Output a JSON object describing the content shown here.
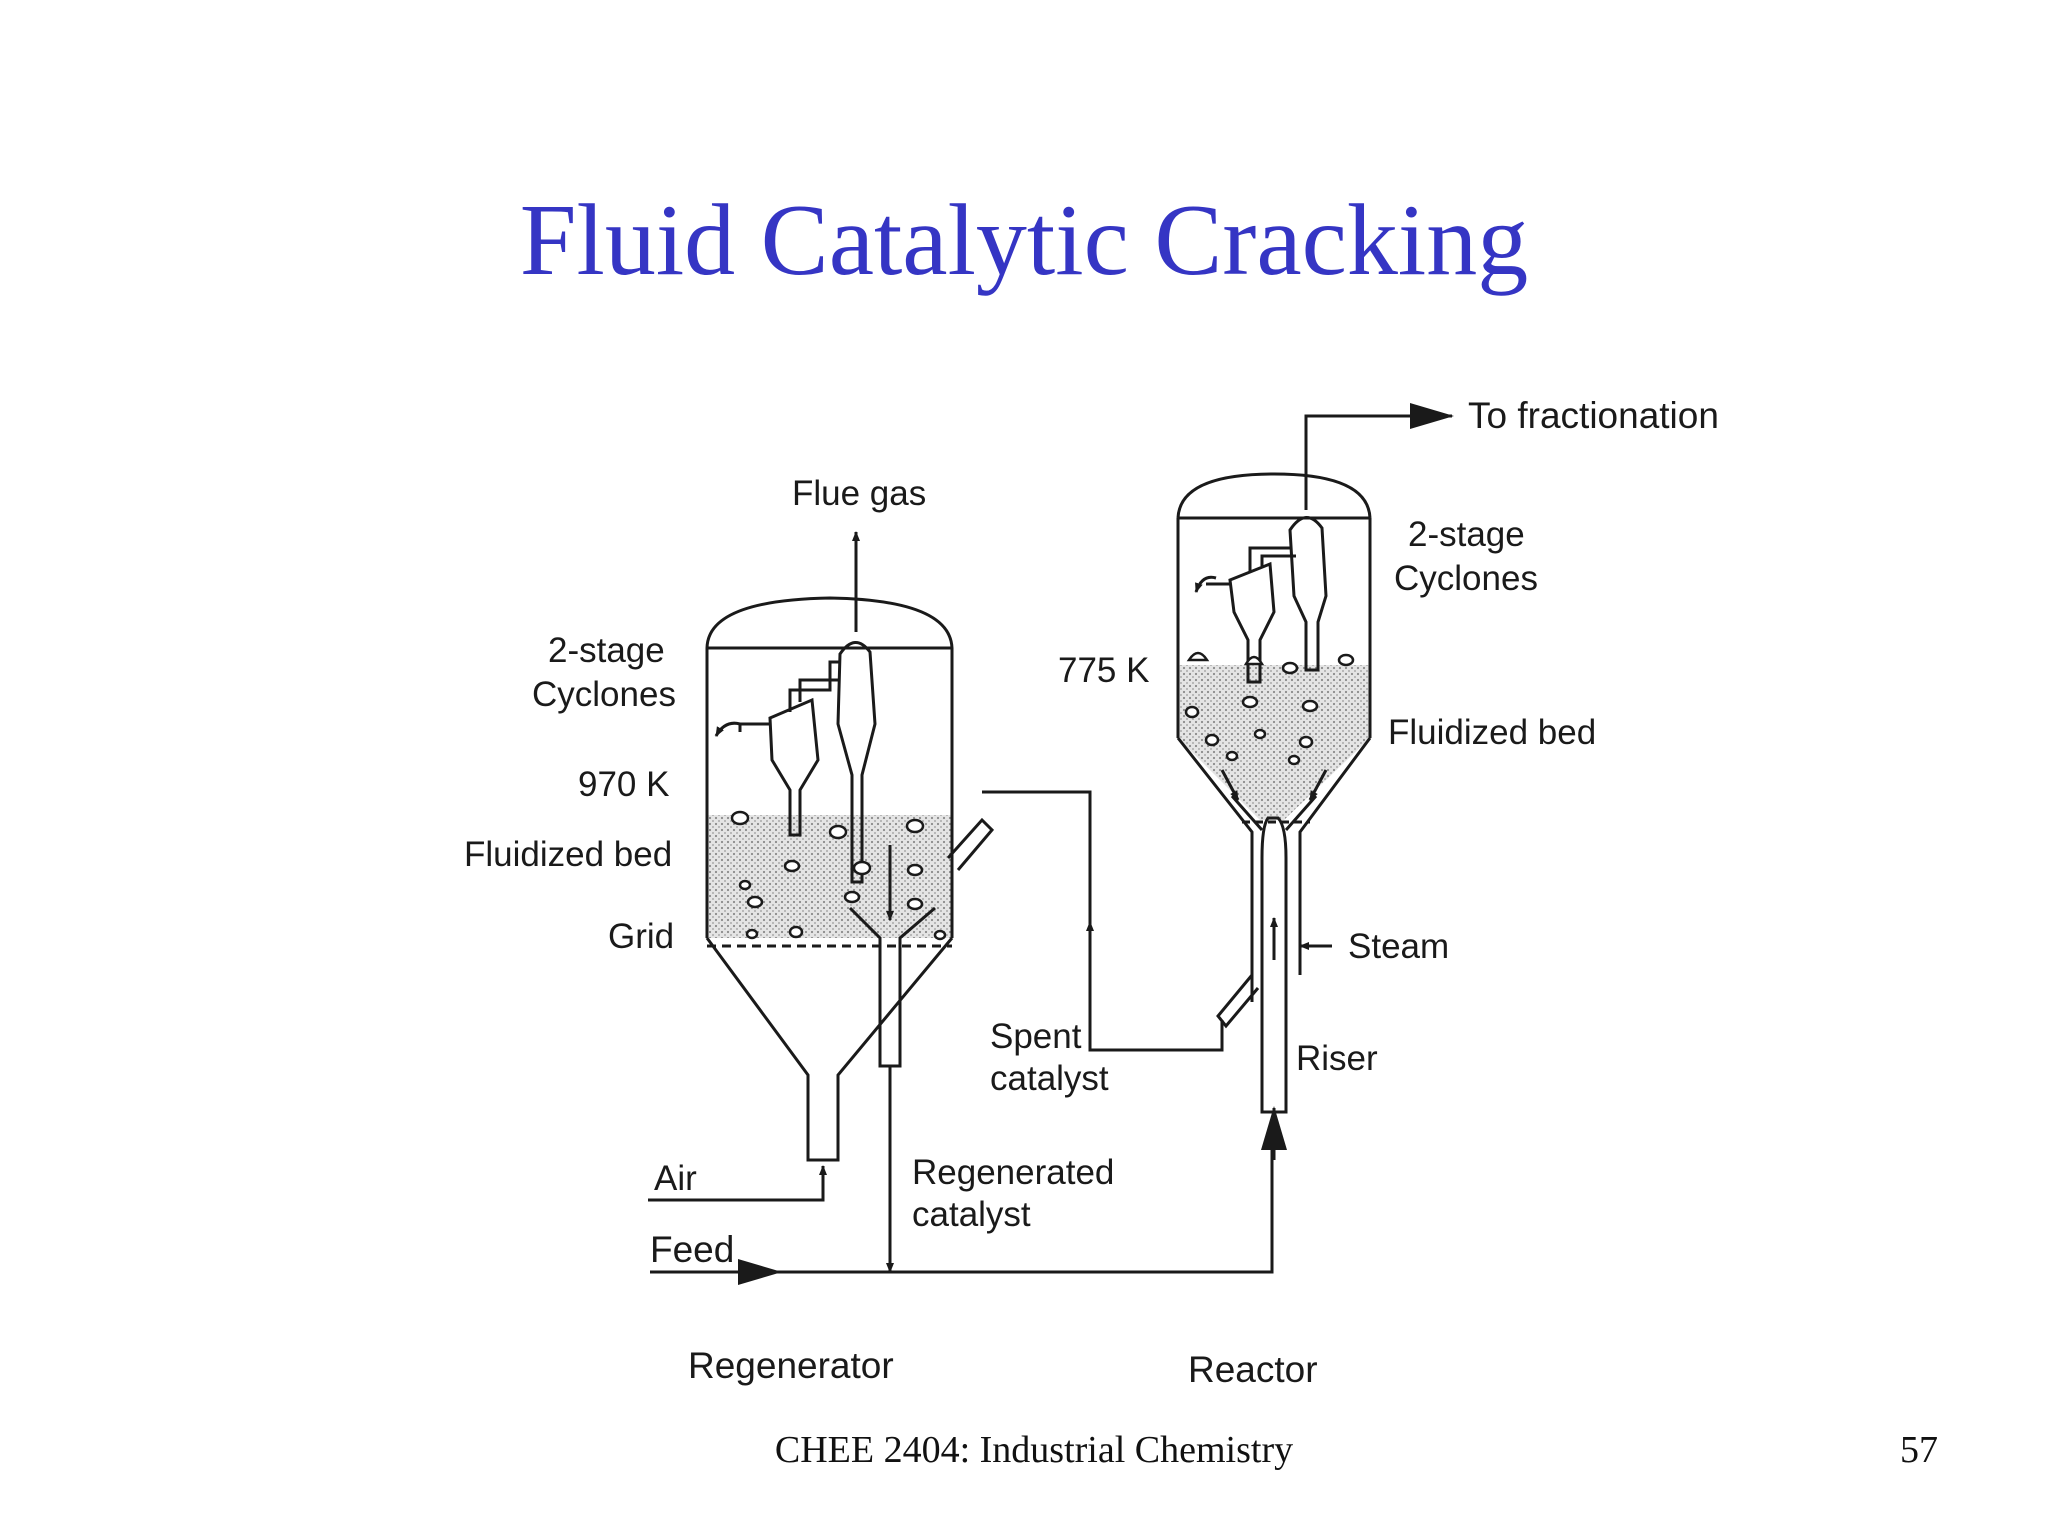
{
  "slide": {
    "title": "Fluid Catalytic Cracking",
    "footer_course": "CHEE 2404: Industrial Chemistry",
    "page_number": "57"
  },
  "diagram": {
    "labels": {
      "flue_gas": "Flue gas",
      "to_fractionation": "To fractionation",
      "regen_cyclones_line1": "2-stage",
      "regen_cyclones_line2": "Cyclones",
      "regen_temp": "970 K",
      "regen_bed": "Fluidized bed",
      "grid": "Grid",
      "air": "Air",
      "feed": "Feed",
      "regen_catalyst_line1": "Regenerated",
      "regen_catalyst_line2": "catalyst",
      "spent_catalyst_line1": "Spent",
      "spent_catalyst_line2": "catalyst",
      "reactor_cyclones_line1": "2-stage",
      "reactor_cyclones_line2": "Cyclones",
      "reactor_temp": "775 K",
      "reactor_bed": "Fluidized bed",
      "steam": "Steam",
      "riser": "Riser",
      "regenerator": "Regenerator",
      "reactor": "Reactor"
    },
    "colors": {
      "title": "#3535c4",
      "line": "#1a1a1a",
      "bed_fill": "#dcdcdc"
    }
  }
}
